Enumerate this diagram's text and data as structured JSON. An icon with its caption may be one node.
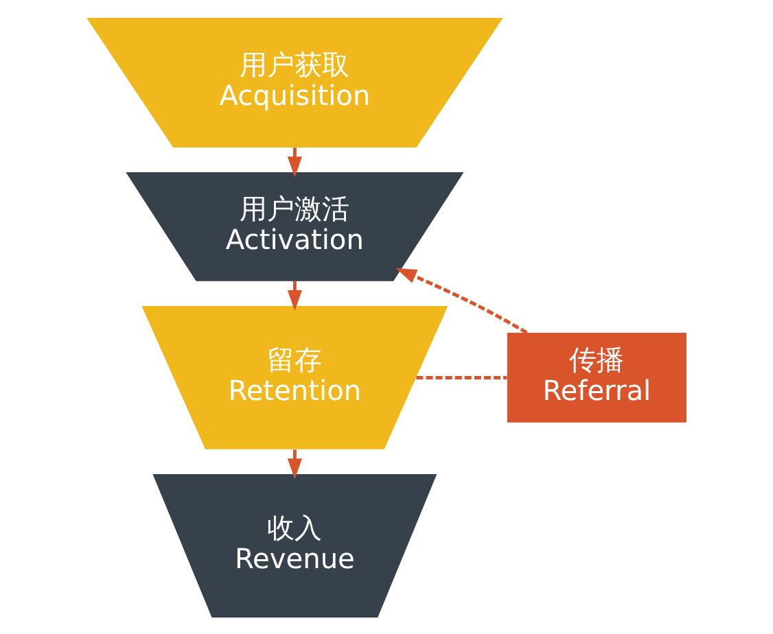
{
  "diagram": {
    "nodes": [
      {
        "text": [
          "用户获取",
          "Acquisition"
        ]
      },
      {
        "text": [
          "用户激活",
          "Activation"
        ]
      },
      {
        "text": [
          "留存",
          "Retention"
        ]
      },
      {
        "text": [
          "收入",
          "Revenue"
        ]
      },
      {
        "text": [
          "传播",
          "Referral"
        ]
      }
    ],
    "edges": [
      {
        "from": 0,
        "to": 1,
        "arrow": "to"
      },
      {
        "from": 1,
        "to": 2,
        "arrow": "to"
      },
      {
        "from": 2,
        "to": 3,
        "arrow": "to"
      },
      {
        "from": 2,
        "to": 4,
        "arrow": "none",
        "style": "dashed"
      },
      {
        "from": 4,
        "to": 1,
        "arrow": "to",
        "style": "dashed"
      }
    ]
  }
}
